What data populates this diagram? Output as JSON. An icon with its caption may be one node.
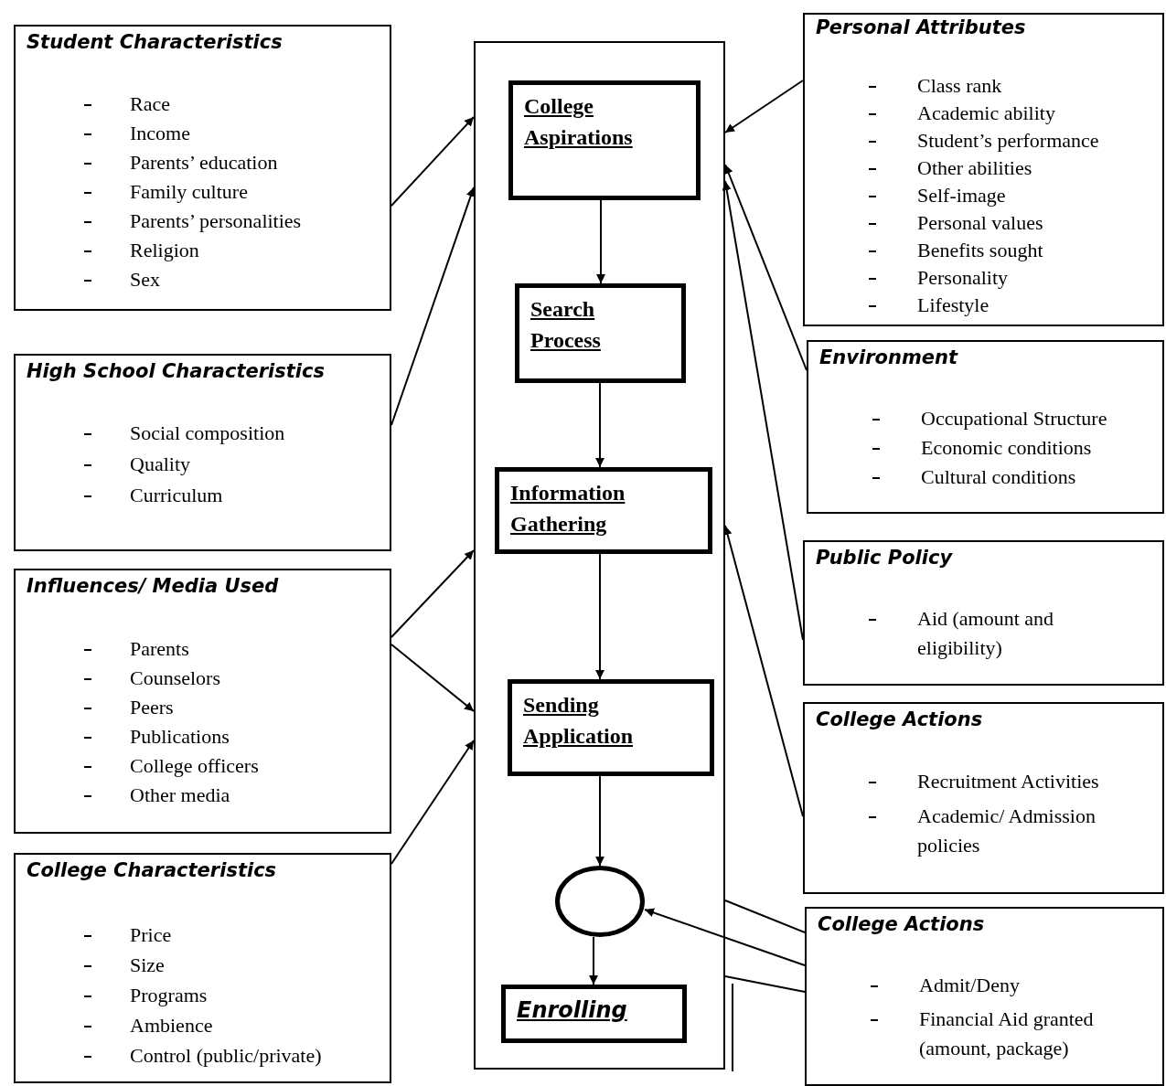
{
  "diagram": {
    "nodes": [
      {
        "text": [],
        "shape": "box"
      },
      {
        "text": [
          "College Aspirations"
        ],
        "in": 0
      },
      {
        "text": [
          "Search Process"
        ],
        "in": 0
      },
      {
        "text": [
          "Information Gathering"
        ],
        "in": 0
      },
      {
        "text": [
          "Sending Application"
        ],
        "in": 0
      },
      {
        "text": [],
        "shape": "circle",
        "in": 0
      },
      {
        "text": [
          "Enrolling"
        ],
        "in": 0
      },
      {
        "text": [
          "Student Characteristics",
          "Race",
          "Income",
          "Parents’ education",
          "Family culture",
          "Parents’ personalities",
          "Religion",
          "Sex"
        ]
      },
      {
        "text": [
          "High School Characteristics",
          "Social composition",
          "Quality",
          "Curriculum"
        ]
      },
      {
        "text": [
          "Influences/ Media Used",
          "Parents",
          "Counselors",
          "Peers",
          "Publications",
          "College officers",
          "Other media"
        ]
      },
      {
        "text": [
          "College Characteristics",
          "Price",
          "Size",
          "Programs",
          "Ambience",
          "Control (public/private)"
        ]
      },
      {
        "text": [
          "Personal Attributes",
          "Class rank",
          "Academic ability",
          "Student’s performance",
          "Other abilities",
          "Self-image",
          "Personal values",
          "Benefits sought",
          "Personality",
          "Lifestyle"
        ]
      },
      {
        "text": [
          "Environment",
          "Occupational Structure",
          "Economic conditions",
          "Cultural conditions"
        ]
      },
      {
        "text": [
          "Public Policy",
          "Aid (amount and eligibility)"
        ]
      },
      {
        "text": [
          "College Actions",
          "Recruitment Activities",
          "Academic/ Admission policies"
        ]
      },
      {
        "text": [
          "College Actions",
          "Admit/Deny",
          "Financial Aid granted (amount, package)"
        ]
      }
    ],
    "edges": [
      {
        "from": 7,
        "to": 0,
        "arrow": "to"
      },
      {
        "from": 8,
        "to": 0,
        "arrow": "to"
      },
      {
        "from": 9,
        "to": 0,
        "arrow": "to"
      },
      {
        "from": 9,
        "to": 0,
        "arrow": "to"
      },
      {
        "from": 10,
        "to": 0,
        "arrow": "to"
      },
      {
        "from": 11,
        "to": 0,
        "arrow": "to"
      },
      {
        "from": 12,
        "to": 0,
        "arrow": "to"
      },
      {
        "from": 13,
        "to": 0,
        "arrow": "to"
      },
      {
        "from": 14,
        "to": 0,
        "arrow": "to"
      },
      {
        "from": 15,
        "to": 0,
        "arrow": "none"
      },
      {
        "from": 15,
        "to": 5,
        "arrow": "to"
      },
      {
        "from": 15,
        "to": 0,
        "arrow": "none"
      },
      {
        "from": 1,
        "to": 2,
        "arrow": "to"
      },
      {
        "from": 2,
        "to": 3,
        "arrow": "to"
      },
      {
        "from": 3,
        "to": 4,
        "arrow": "to"
      },
      {
        "from": 4,
        "to": 5,
        "arrow": "to"
      },
      {
        "from": 5,
        "to": 6,
        "arrow": "to"
      }
    ]
  }
}
